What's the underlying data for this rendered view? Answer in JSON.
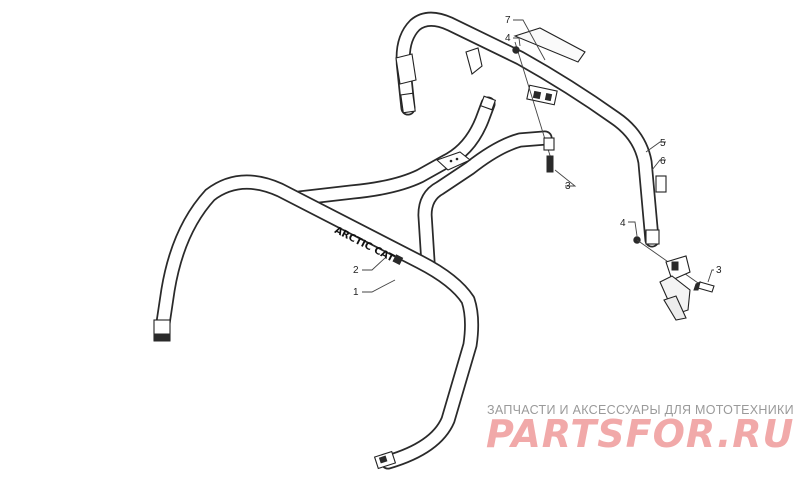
{
  "callouts": {
    "c1": "1",
    "c2": "2",
    "c3a": "3",
    "c3b": "3",
    "c4a": "4",
    "c4b": "4",
    "c5": "5",
    "c6": "6",
    "c7": "7"
  },
  "decal_text": "ARCTIC CAT",
  "watermark": {
    "tagline": "ЗАПЧАСТИ И АКСЕССУАРЫ ДЛЯ МОТОТЕХНИКИ",
    "logo": "PARTSFOR.RU",
    "logo_color": "#f1a9a9"
  }
}
